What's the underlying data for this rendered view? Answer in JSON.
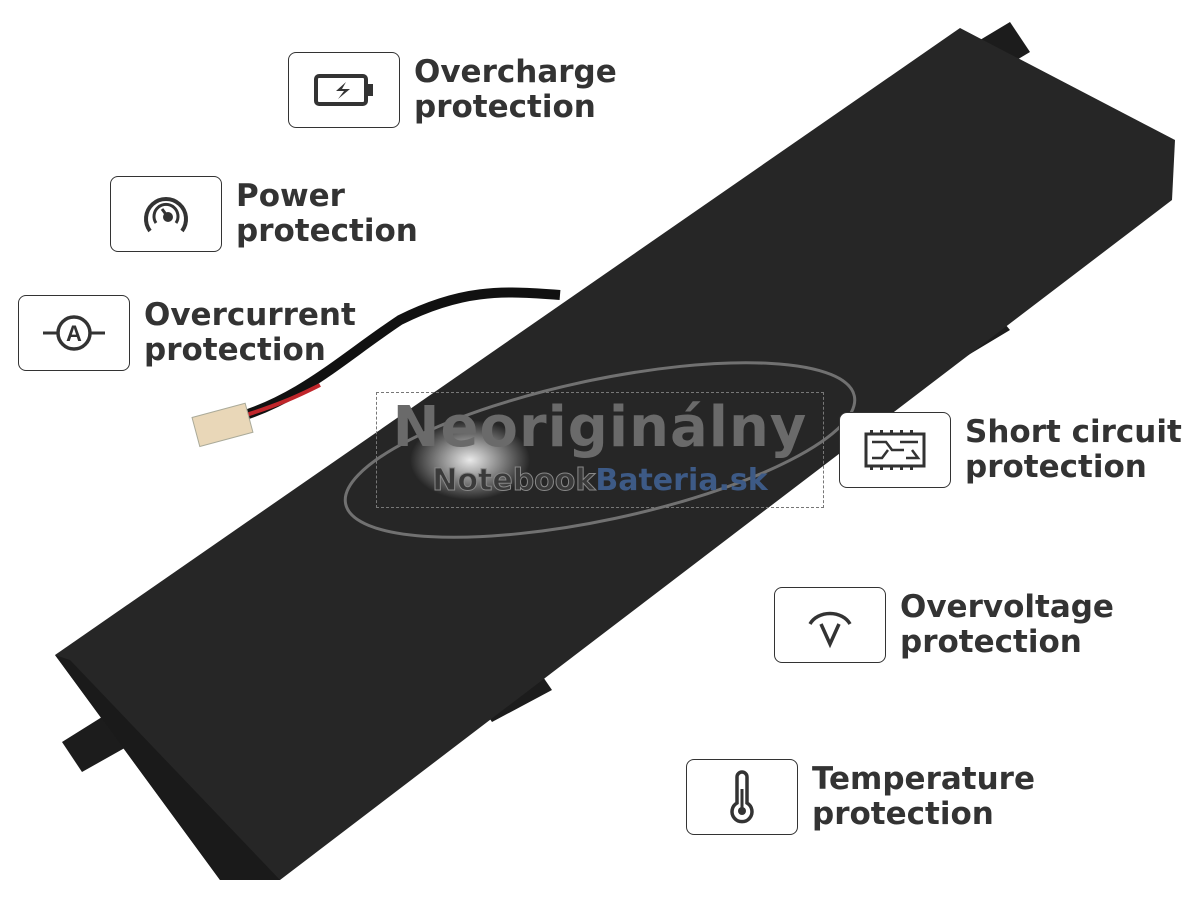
{
  "features": [
    {
      "icon": "battery-charge-icon",
      "line1": "Overcharge",
      "line2": "protection"
    },
    {
      "icon": "gauge-icon",
      "line1": "Power",
      "line2": "protection"
    },
    {
      "icon": "ammeter-icon",
      "line1": "Overcurrent",
      "line2": "protection"
    },
    {
      "icon": "circuit-board-icon",
      "line1": "Short circuit",
      "line2": "protection"
    },
    {
      "icon": "voltage-icon",
      "line1": "Overvoltage",
      "line2": "protection"
    },
    {
      "icon": "thermometer-icon",
      "line1": "Temperature",
      "line2": "protection"
    }
  ],
  "watermark": {
    "line1": "Neoriginálny",
    "line2a": "Notebook",
    "line2b": "Bateria.sk"
  },
  "colors": {
    "battery": "#262626",
    "text": "#333333",
    "accent": "#3d5a86"
  }
}
